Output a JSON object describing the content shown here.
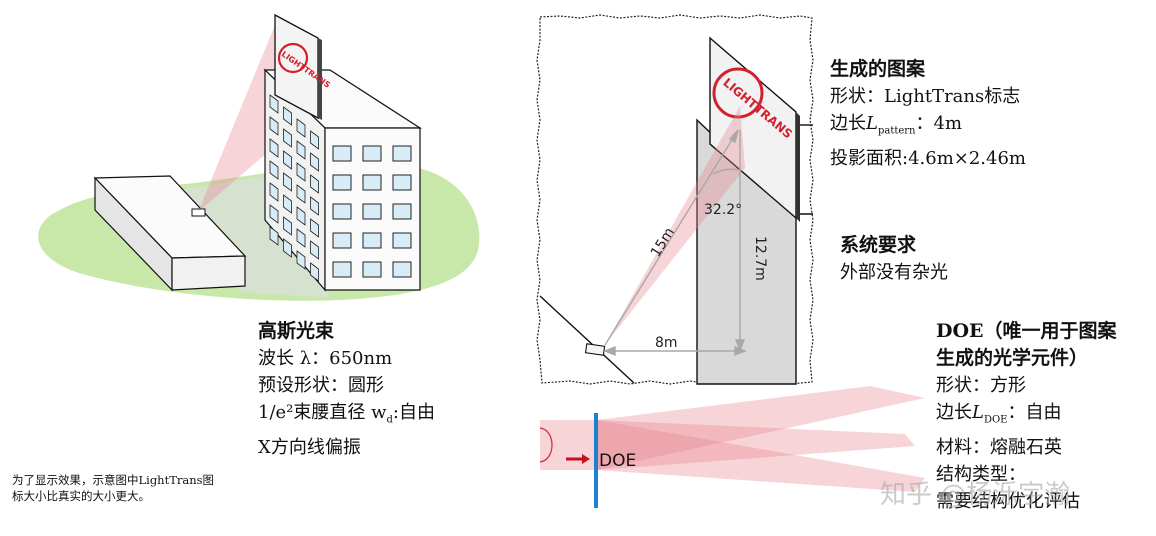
{
  "gaussian_beam": {
    "title": "高斯光束",
    "wavelength": "波长 λ：650nm",
    "preset_shape": "预设形状：圆形",
    "waist_label": "1/e²束腰直径 w",
    "waist_sub": "d",
    "waist_value": ":自由",
    "polarization": "X方向线偏振"
  },
  "note": {
    "line1": "为了显示效果，示意图中LightTrans图",
    "line2": "标大小比真实的大小更大。"
  },
  "pattern": {
    "title": "生成的图案",
    "shape": "形状：LightTrans标志",
    "side_prefix": "边长",
    "side_var": "L",
    "side_sub": "pattern",
    "side_value": "：4m",
    "area": "投影面积:4.6m×2.46m"
  },
  "system": {
    "title": "系统要求",
    "requirement": "外部没有杂光"
  },
  "doe": {
    "title_line1": "DOE（唯一用于图案",
    "title_line2": "生成的光学元件）",
    "shape": "形状：方形",
    "side_prefix": "边长",
    "side_var": "L",
    "side_sub": "DOE",
    "side_value": "：自由",
    "material": "材料：熔融石英",
    "structure": "结构类型：",
    "structure_value": "需要结构优化评估"
  },
  "geometry_labels": {
    "angle": "32.2°",
    "distance": "15m",
    "height": "12.7m",
    "horizontal": "8m",
    "doe_box": "DOE"
  },
  "logo": {
    "text": "LIGHTTRANS"
  },
  "watermark": {
    "text": "知乎 @杨泺宇瀚"
  },
  "colors": {
    "lawn": "#c7e8a9",
    "beam": "#e8838f",
    "window": "#d8ecf7",
    "doe_bar": "#1f7fd0",
    "logo_red": "#d2202f"
  }
}
